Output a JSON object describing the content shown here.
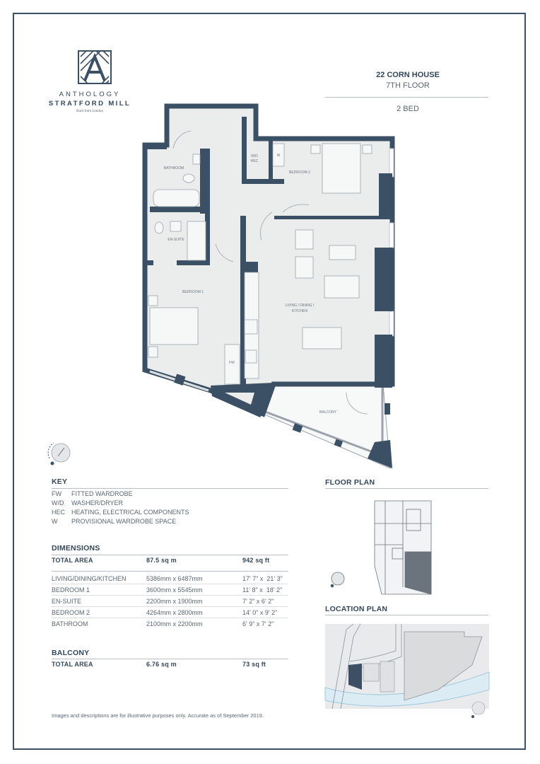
{
  "brand": {
    "name_line1": "ANTHOLOGY",
    "name_line2": "STRATFORD MILL",
    "tagline": "Built from London"
  },
  "header": {
    "unit": "22 CORN HOUSE",
    "floor": "7TH FLOOR",
    "type": "2 BED"
  },
  "plan_labels": {
    "bathroom": "BATHROOM",
    "wd": "W/D",
    "hec": "HEC",
    "w": "W",
    "bedroom2": "BEDROOM 2",
    "ensuite": "EN-SUITE",
    "bedroom1": "BEDROOM 1",
    "living1": "LIVING / DINING /",
    "living2": "KITCHEN",
    "fw": "FW",
    "balcony": "BALCONY"
  },
  "key": {
    "title": "KEY",
    "items": [
      {
        "abbr": "FW",
        "desc": "FITTED WARDROBE"
      },
      {
        "abbr": "W/D",
        "desc": "WASHER/DRYER"
      },
      {
        "abbr": "HEC",
        "desc": "HEATING, ELECTRICAL COMPONENTS"
      },
      {
        "abbr": "W",
        "desc": "PROVISIONAL WARDROBE SPACE"
      }
    ]
  },
  "dimensions": {
    "title": "DIMENSIONS",
    "total": {
      "label": "TOTAL AREA",
      "metric": "87.5 sq m",
      "imperial": "942 sq ft"
    },
    "rooms": [
      {
        "room": "LIVING/DINING/KITCHEN",
        "metric": "5386mm x 6487mm",
        "imperial": "17' 7\" x  21' 3\""
      },
      {
        "room": "BEDROOM 1",
        "metric": "3600mm x 5545mm",
        "imperial": "11' 8\" x  18' 2\""
      },
      {
        "room": "EN-SUITE",
        "metric": "2200mm x 1900mm",
        "imperial": "7' 2\" x 6' 2\""
      },
      {
        "room": "BEDROOM 2",
        "metric": "4264mm x 2800mm",
        "imperial": "14' 0\" x 9' 2\""
      },
      {
        "room": "BATHROOM",
        "metric": "2100mm x 2200mm",
        "imperial": "6' 9\" x 7' 2\""
      }
    ]
  },
  "balcony": {
    "title": "BALCONY",
    "total": {
      "label": "TOTAL AREA",
      "metric": "6.76 sq m",
      "imperial": "73 sq ft"
    }
  },
  "floor_plan": {
    "title": "FLOOR PLAN"
  },
  "location_plan": {
    "title": "LOCATION PLAN"
  },
  "footer": {
    "disclaimer": "Images and descriptions are for illustrative purposes only. Accurate as of September 2019."
  },
  "colors": {
    "wall": "#3b5064",
    "floor": "#ebeded",
    "highlight": "#6b747c",
    "river": "#dcecf4"
  }
}
